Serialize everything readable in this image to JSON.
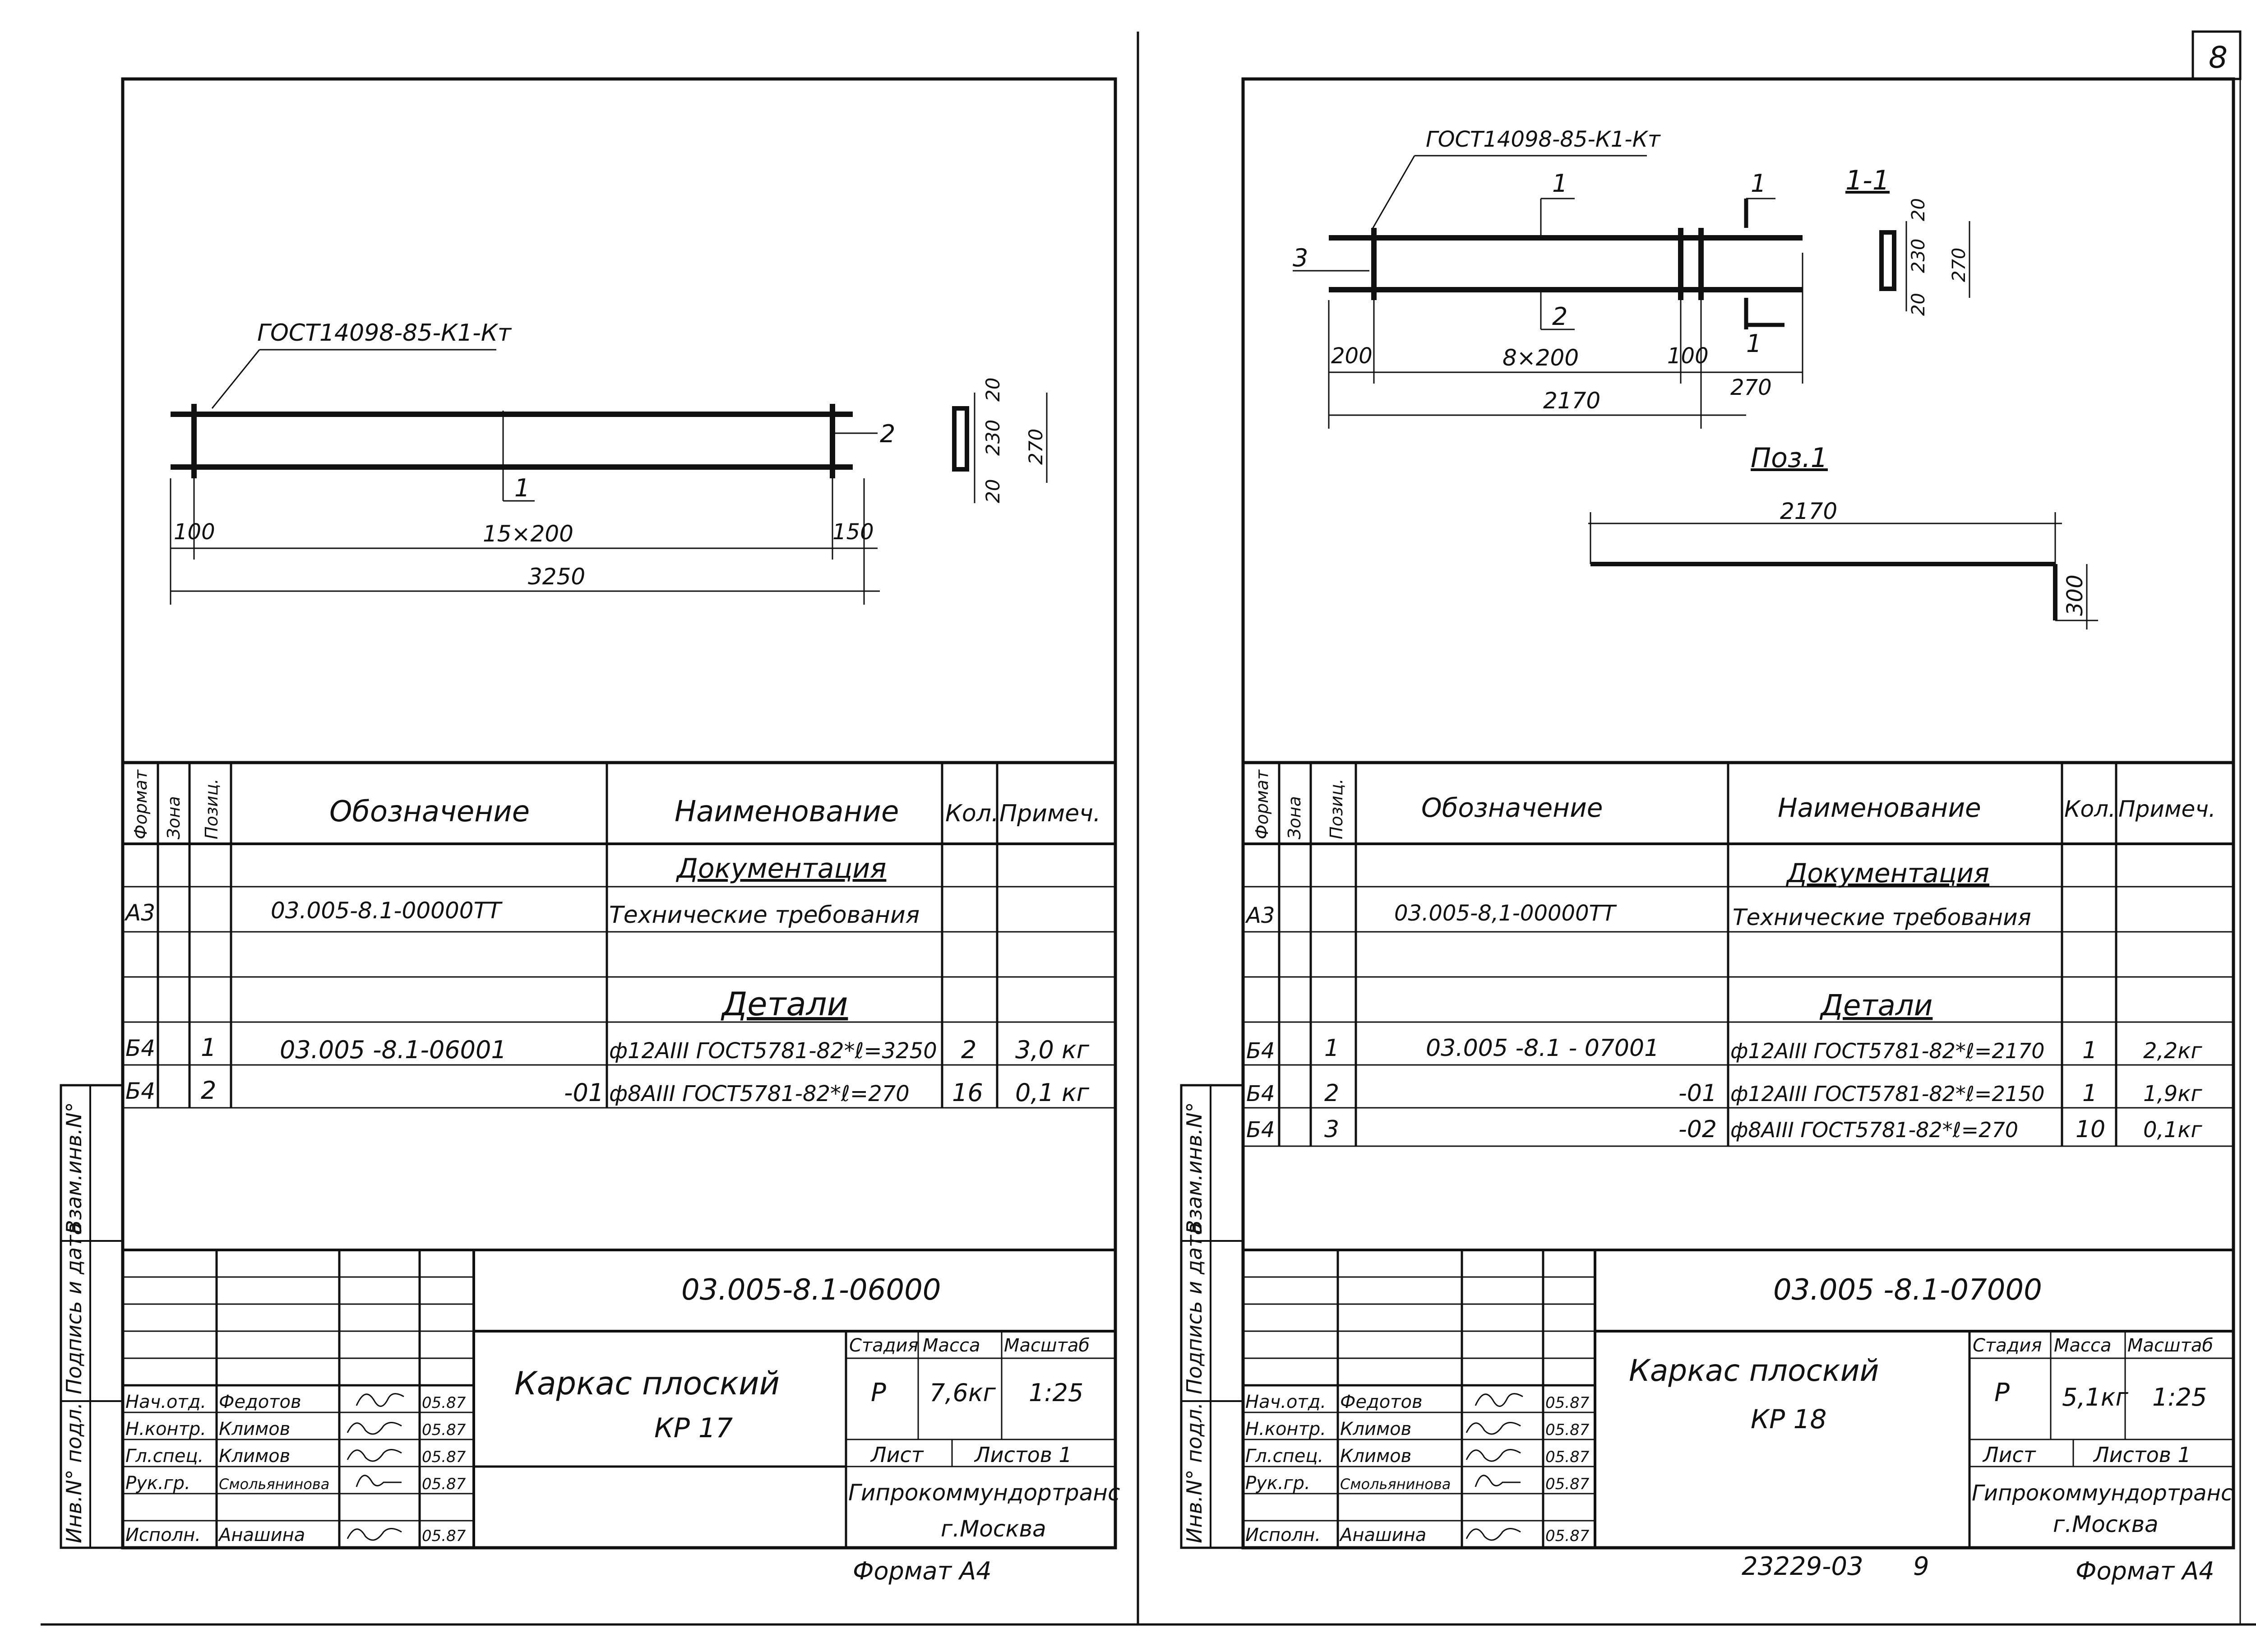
{
  "page_number": "8",
  "bottom_code": "23229-03",
  "bottom_num": "9",
  "side_labels": [
    "Взам.инв.N°",
    "Подпись и дата",
    "Инв.N° подл."
  ],
  "left": {
    "drawing": {
      "weld": "ГОСТ14098-85-К1-Кт",
      "pos1": "1",
      "pos2": "2",
      "d100": "100",
      "d15x200": "15×200",
      "d150": "150",
      "d3250": "3250",
      "s20a": "20",
      "s230": "230",
      "s20b": "20",
      "s270": "270"
    },
    "spec": {
      "headers": {
        "format": "Формат",
        "zone": "Зона",
        "pos": "Позиц.",
        "designation": "Обозначение",
        "name": "Наименование",
        "qty": "Кол.",
        "note": "Примеч."
      },
      "section_docs": "Документация",
      "section_details": "Детали",
      "rows": [
        {
          "format": "А3",
          "pos": "",
          "designation": "03.005-8.1-00000ТТ",
          "name": "Технические требования",
          "qty": "",
          "note": ""
        },
        {
          "format": "Б4",
          "pos": "1",
          "designation": "03.005 -8.1-06001",
          "name": "ф12АIII ГОСТ5781-82*ℓ=3250",
          "qty": "2",
          "note": "3,0 кг"
        },
        {
          "format": "Б4",
          "pos": "2",
          "designation": "-01",
          "name": "ф8АIII ГОСТ5781-82*ℓ=270",
          "qty": "16",
          "note": "0,1 кг"
        }
      ]
    },
    "title_block": {
      "code": "03.005-8.1-06000",
      "title": "Каркас плоский",
      "subtitle": "КР 17",
      "stage_label": "Стадия",
      "mass_label": "Масса",
      "scale_label": "Масштаб",
      "stage": "Р",
      "mass": "7,6кг",
      "scale": "1:25",
      "sheet_label": "Лист",
      "sheets_label": "Листов 1",
      "org": "Гипрокоммундортранс",
      "city": "г.Москва",
      "signers": [
        {
          "role": "Нач.отд.",
          "name": "Федотов",
          "date": "05.87"
        },
        {
          "role": "Н.контр.",
          "name": "Климов",
          "date": "05.87"
        },
        {
          "role": "Гл.спец.",
          "name": "Климов",
          "date": "05.87"
        },
        {
          "role": "Рук.гр.",
          "name": "Смольянинова",
          "date": "05.87"
        },
        {
          "role": "Исполн.",
          "name": "Анашина",
          "date": "05.87"
        }
      ],
      "format": "Формат А4"
    }
  },
  "right": {
    "drawing": {
      "weld": "ГОСТ14098-85-К1-Кт",
      "pos3": "3",
      "pos1": "1",
      "pos2": "2",
      "sec_a": "1",
      "sec_b": "1",
      "sec_title": "1-1",
      "d200": "200",
      "d8x200": "8×200",
      "d100": "100",
      "d270": "270",
      "d2170": "2170",
      "s20a": "20",
      "s230": "230",
      "s20b": "20",
      "s270": "270",
      "poz_title": "Поз.1",
      "poz_len": "2170",
      "poz_h": "300"
    },
    "spec": {
      "headers": {
        "format": "Формат",
        "zone": "Зона",
        "pos": "Позиц.",
        "designation": "Обозначение",
        "name": "Наименование",
        "qty": "Кол.",
        "note": "Примеч."
      },
      "section_docs": "Документация",
      "section_details": "Детали",
      "rows": [
        {
          "format": "А3",
          "pos": "",
          "designation": "03.005-8,1-00000ТТ",
          "name": "Технические требования",
          "qty": "",
          "note": ""
        },
        {
          "format": "Б4",
          "pos": "1",
          "designation": "03.005 -8.1 - 07001",
          "name": "ф12АIII ГОСТ5781-82*ℓ=2170",
          "qty": "1",
          "note": "2,2кг"
        },
        {
          "format": "Б4",
          "pos": "2",
          "designation": "-01",
          "name": "ф12АIII ГОСТ5781-82*ℓ=2150",
          "qty": "1",
          "note": "1,9кг"
        },
        {
          "format": "Б4",
          "pos": "3",
          "designation": "-02",
          "name": "ф8АIII ГОСТ5781-82*ℓ=270",
          "qty": "10",
          "note": "0,1кг"
        }
      ]
    },
    "title_block": {
      "code": "03.005 -8.1-07000",
      "title": "Каркас плоский",
      "subtitle": "КР 18",
      "stage_label": "Стадия",
      "mass_label": "Масса",
      "scale_label": "Масштаб",
      "stage": "Р",
      "mass": "5,1кг",
      "scale": "1:25",
      "sheet_label": "Лист",
      "sheets_label": "Листов 1",
      "org": "Гипрокоммундортранс",
      "city": "г.Москва",
      "signers": [
        {
          "role": "Нач.отд.",
          "name": "Федотов",
          "date": "05.87"
        },
        {
          "role": "Н.контр.",
          "name": "Климов",
          "date": "05.87"
        },
        {
          "role": "Гл.спец.",
          "name": "Климов",
          "date": "05.87"
        },
        {
          "role": "Рук.гр.",
          "name": "Смольянинова",
          "date": "05.87"
        },
        {
          "role": "Исполн.",
          "name": "Анашина",
          "date": "05.87"
        }
      ],
      "format": "Формат А4"
    }
  }
}
